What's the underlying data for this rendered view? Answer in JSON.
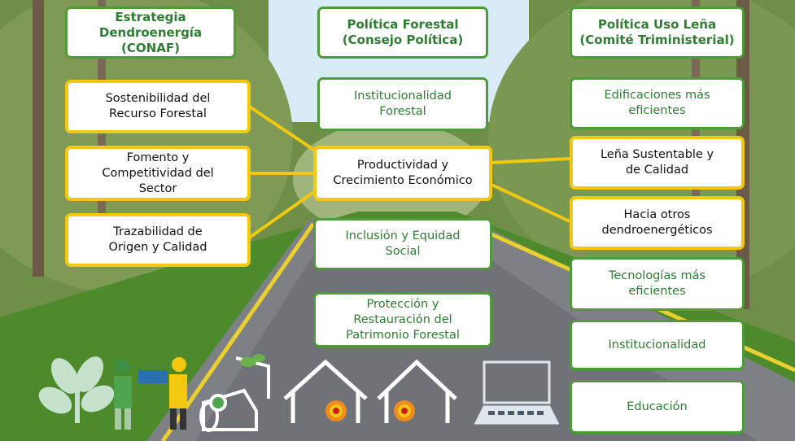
{
  "columns": [
    {
      "header": "Estrategia Dendroenergía\n(CONAF)",
      "items": [
        {
          "text": "Sostenibilidad del\nRecurso Forestal",
          "highlight": true
        },
        {
          "text": "Fomento y\nCompetitividad del\nSector",
          "highlight": true
        },
        {
          "text": "Trazabilidad de\nOrigen y Calidad",
          "highlight": true
        }
      ]
    },
    {
      "header": "Política Forestal\n(Consejo Política)",
      "items": [
        {
          "text": "Institucionalidad\nForestal",
          "highlight": false
        },
        {
          "text": "Productividad y\nCrecimiento Económico",
          "highlight": true
        },
        {
          "text": "Inclusión y Equidad\nSocial",
          "highlight": false
        },
        {
          "text": "Protección y\nRestauración del\nPatrimonio Forestal",
          "highlight": false
        }
      ]
    },
    {
      "header": "Política Uso Leña\n(Comité Triministerial)",
      "items": [
        {
          "text": "Edificaciones más\neficientes",
          "highlight": false
        },
        {
          "text": "Leña Sustentable y\nde Calidad",
          "highlight": true
        },
        {
          "text": "Hacia otros\ndendroenergéticos",
          "highlight": true
        },
        {
          "text": "Tecnologías más\neficientes",
          "highlight": false
        },
        {
          "text": "Institucionalidad",
          "highlight": false
        },
        {
          "text": "Educación",
          "highlight": false
        }
      ]
    }
  ],
  "colors": {
    "green_border": "#4f9a3a",
    "green_text": "#2e7d32",
    "yellow": "#f2c811"
  },
  "icons": [
    "leaf-icon",
    "forest-workers-icon",
    "firewood-certified-icon",
    "house-stove-icon",
    "house-stove-icon",
    "laptop-icon"
  ]
}
